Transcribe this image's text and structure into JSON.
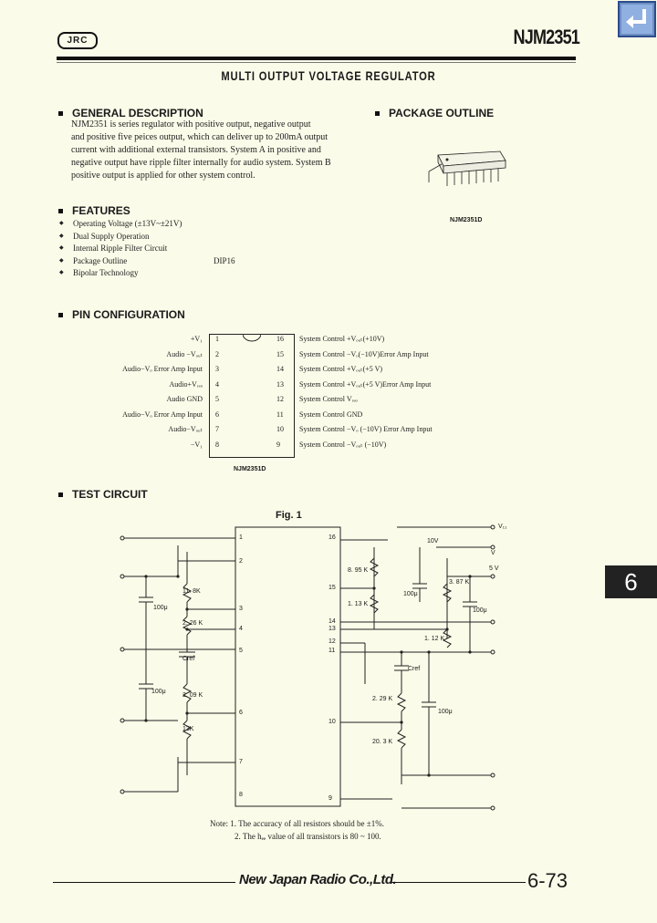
{
  "header": {
    "logo_text": "JRC",
    "part_number": "NJM2351",
    "title": "MULTI OUTPUT VOLTAGE REGULATOR",
    "return_icon": "return-arrow-icon"
  },
  "general": {
    "heading": "GENERAL DESCRIPTION",
    "lines": [
      "NJM2351 is series regulator with positive output, negative output",
      "and positive five peices output, which can deliver up to 200mA output",
      "current with additional external transistors. System A in positive and",
      "negative output have ripple filter internally for audio system. System B",
      "positive output is applied for other system control."
    ]
  },
  "package": {
    "heading": "PACKAGE OUTLINE",
    "caption": "NJM2351D"
  },
  "features": {
    "heading": "FEATURES",
    "items": [
      "Operating Voltage   (±13V~±21V)",
      "Dual Supply Operation",
      "Internal Ripple Filter Circuit",
      "Package Outline",
      "Bipolar Technology"
    ],
    "package_value": "DIP16"
  },
  "pins": {
    "heading": "PIN CONFIGURATION",
    "left": [
      {
        "label": "+V₁",
        "num": "1"
      },
      {
        "label": "Audio −Vₒᵤₜ",
        "num": "2"
      },
      {
        "label": "Audio−Vₒ Error Amp Input",
        "num": "3"
      },
      {
        "label": "Audio+Vᵣₑₒ",
        "num": "4"
      },
      {
        "label": "Audio GND",
        "num": "5"
      },
      {
        "label": "Audio−Vₒ Error Amp Input",
        "num": "6"
      },
      {
        "label": "Audio−Vₒᵤₜ",
        "num": "7"
      },
      {
        "label": "−V₁",
        "num": "8"
      }
    ],
    "right": [
      {
        "label": "System  Control +Vₒᵤₜ(+10V)",
        "num": "16"
      },
      {
        "label": "System  Control −Vₒ(−10V)Error Amp Input",
        "num": "15"
      },
      {
        "label": "System  Control +Vₒᵤₜ(+5 V)",
        "num": "14"
      },
      {
        "label": "System  Control +Vₒᵤₜ(+5 V)Error Amp Input",
        "num": "13"
      },
      {
        "label": "System  Control Vᵣₑₒ",
        "num": "12"
      },
      {
        "label": "System  Control GND",
        "num": "11"
      },
      {
        "label": "System  Control −Vₒ (−10V) Error Amp Input",
        "num": "10"
      },
      {
        "label": "System  Control −Vₒᵤₜ (−10V)",
        "num": "9"
      }
    ],
    "caption": "NJM2351D"
  },
  "test": {
    "heading": "TEST CIRCUIT",
    "fig": "Fig. 1",
    "ic_pins_left": [
      "1",
      "2",
      "3",
      "4",
      "5",
      "6",
      "7",
      "8"
    ],
    "ic_pins_right": [
      "16",
      "15",
      "14",
      "13",
      "12",
      "11",
      "10",
      "9"
    ],
    "left_components": [
      "11. 8K",
      "100μ",
      "2. 26 K",
      "Cref",
      "100μ",
      "2. 09 K",
      "13K"
    ],
    "right_components": [
      "8. 95 K",
      "100μ",
      "1. 13 K",
      "3. 87 K",
      "100μ",
      "1. 12 K",
      "Cref",
      "2. 29 K",
      "100μ",
      "20. 3 K"
    ],
    "right_terminals": [
      "V₁₁",
      "10V",
      "V",
      "5 V"
    ],
    "notes": [
      "Note: 1. The accuracy of all resistors should be ±1%.",
      "2. The hₑₑ value of all transistors is 80 ~ 100."
    ]
  },
  "footer": {
    "maker": "New Japan Radio Co.,Ltd.",
    "page": "6-73",
    "tab": "6"
  }
}
